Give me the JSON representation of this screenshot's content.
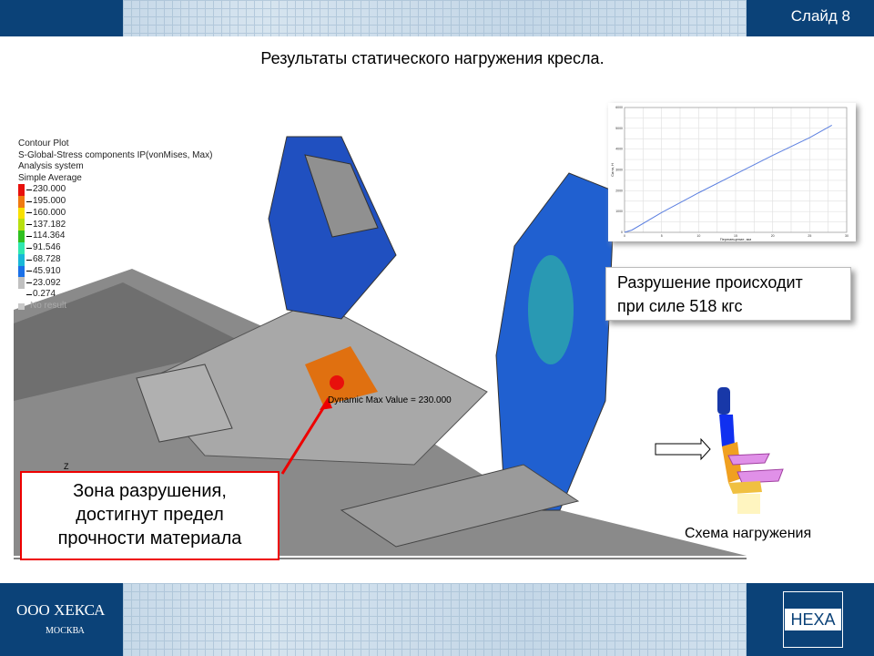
{
  "header": {
    "slide_label": "Слайд 8"
  },
  "title": "Результаты статического нагружения кресла.",
  "legend": {
    "lines": [
      "Contour Plot",
      "S-Global-Stress components IP(vonMises, Max)",
      "Analysis system",
      "Simple Average"
    ],
    "levels": [
      "230.000",
      "195.000",
      "160.000",
      "137.182",
      "114.364",
      "91.546",
      "68.728",
      "45.910",
      "23.092",
      "0.274"
    ],
    "colors": [
      "#e8100c",
      "#f07a10",
      "#f8e000",
      "#b8e010",
      "#30c020",
      "#30e8b0",
      "#18b8d8",
      "#1a70e8",
      "#c0c0c0"
    ],
    "no_result": "No result"
  },
  "annotation": {
    "max_label": "Dynamic  Max  Value =  230.000"
  },
  "axis_label": "Z",
  "callout": {
    "line1": "Разрушение происходит",
    "line2": "при силе 518 кгс"
  },
  "zone": {
    "line1": "Зона разрушения,",
    "line2": "достигнут предел",
    "line3": "прочности материала"
  },
  "scheme_label": "Схема нагружения",
  "chart_data": {
    "type": "line",
    "title": "",
    "xlabel": "Перемещение, мм",
    "ylabel": "Сила, Н",
    "xlim": [
      0,
      30
    ],
    "ylim": [
      0,
      6000
    ],
    "xticks": [
      0,
      5,
      10,
      15,
      20,
      25,
      30
    ],
    "yticks": [
      0,
      1000,
      2000,
      3000,
      4000,
      5000,
      6000
    ],
    "series": [
      {
        "name": "Сила",
        "color": "#5b7fe0",
        "x": [
          0,
          1,
          5,
          10,
          15,
          20,
          25,
          28
        ],
        "y": [
          0,
          110,
          950,
          1900,
          2800,
          3700,
          4550,
          5150
        ]
      }
    ],
    "grid": true
  },
  "footer": {
    "company": "ООО ХЕКСА",
    "city": "МОСКВА",
    "logo_text": "HEXA"
  }
}
